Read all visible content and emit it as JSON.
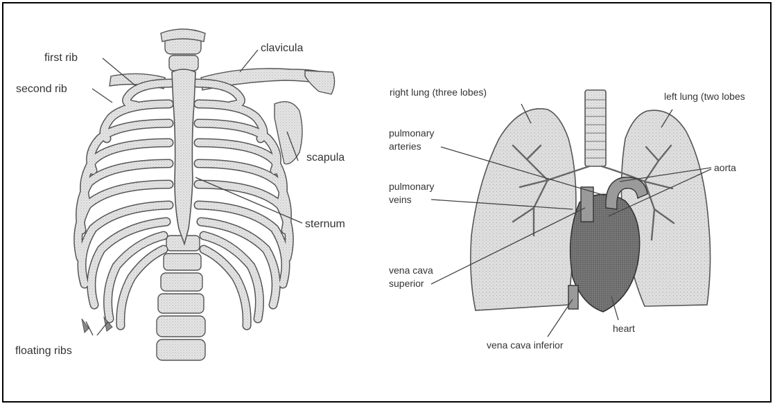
{
  "rib_cage": {
    "labels": {
      "first_rib": "first rib",
      "second_rib": "second rib",
      "clavicula": "clavicula",
      "scapula": "scapula",
      "sternum": "sternum",
      "floating_ribs": "floating ribs"
    }
  },
  "lungs": {
    "labels": {
      "right_lung": "right lung (three lobes)",
      "left_lung": "left lung (two lobes",
      "pulmonary_arteries": "pulmonary\narteries",
      "aorta": "aorta",
      "pulmonary_veins": "pulmonary\nveins",
      "vena_cava_superior": "vena cava\nsuperior",
      "heart": "heart",
      "vena_cava_inferior": "vena cava inferior"
    }
  },
  "colors": {
    "ink": "#444444",
    "bone": "#e4e4e4",
    "lung": "#dcdcdc",
    "heart": "#8a8a8a",
    "border": "#000000"
  }
}
